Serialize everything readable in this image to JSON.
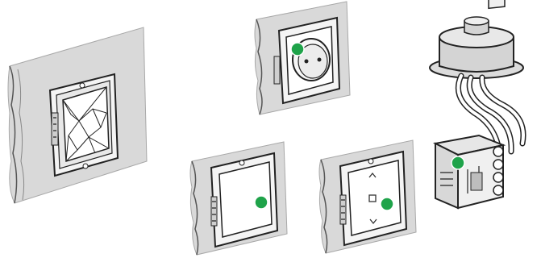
{
  "figure": {
    "devices": [
      {
        "name": "wireless-sensor-frame",
        "indicator": false
      },
      {
        "name": "socket-outlet",
        "indicator": true,
        "indicator_color": "#1fa34a"
      },
      {
        "name": "push-button-switch",
        "indicator": true,
        "indicator_color": "#1fa34a"
      },
      {
        "name": "blind-switch",
        "indicator": true,
        "indicator_color": "#1fa34a",
        "arrows": [
          "up-arrow-icon",
          "stop-square-icon",
          "down-arrow-icon"
        ]
      },
      {
        "name": "flush-mount-receiver",
        "indicator": true,
        "indicator_color": "#1fa34a"
      }
    ],
    "colors": {
      "wall": "#d9d9d9",
      "wall_edge": "#a8a8a8",
      "outline": "#222222",
      "indicator": "#1fa34a",
      "cable": "#ffffff"
    }
  }
}
